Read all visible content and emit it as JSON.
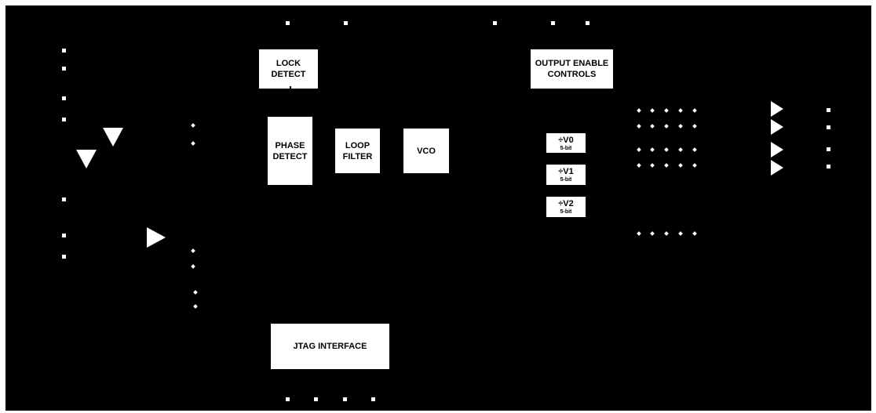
{
  "blocks": {
    "lock_detect": [
      "LOCK",
      "DETECT"
    ],
    "output_enable": [
      "OUTPUT ENABLE",
      "CONTROLS"
    ],
    "phase_detect": [
      "PHASE",
      "DETECT"
    ],
    "loop_filter": [
      "LOOP",
      "FILTER"
    ],
    "vco": "VCO",
    "jtag": "JTAG INTERFACE"
  },
  "dividers": [
    {
      "label": "÷V0",
      "bits": "5-bit"
    },
    {
      "label": "÷V1",
      "bits": "5-bit"
    },
    {
      "label": "÷V2",
      "bits": "5-bit"
    }
  ],
  "colors": {
    "background": "#000000",
    "foreground": "#ffffff"
  }
}
